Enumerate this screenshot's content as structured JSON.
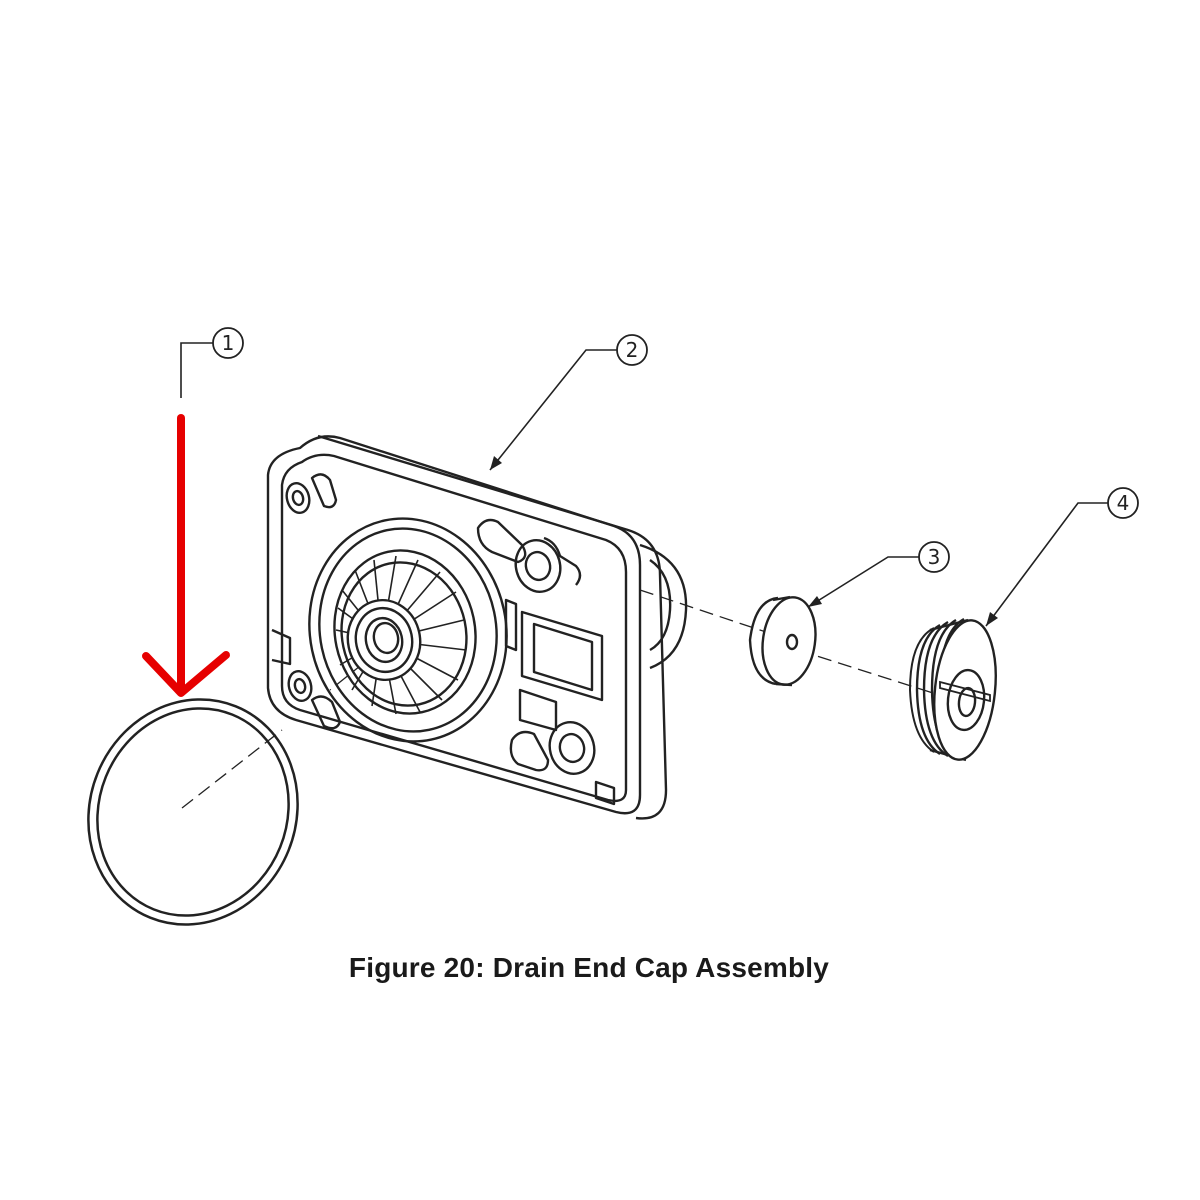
{
  "figure": {
    "caption": "Figure 20: Drain End Cap Assembly",
    "balloons": [
      {
        "label": "1"
      },
      {
        "label": "2"
      },
      {
        "label": "3"
      },
      {
        "label": "4"
      }
    ],
    "parts": [
      {
        "id": 1,
        "icon": "o-ring-icon"
      },
      {
        "id": 2,
        "icon": "end-cap-housing-icon"
      },
      {
        "id": 3,
        "icon": "washer-icon"
      },
      {
        "id": 4,
        "icon": "drain-plug-icon"
      }
    ],
    "highlight": {
      "color": "#e60000",
      "target_part": 1
    },
    "line_color": "#222222"
  }
}
